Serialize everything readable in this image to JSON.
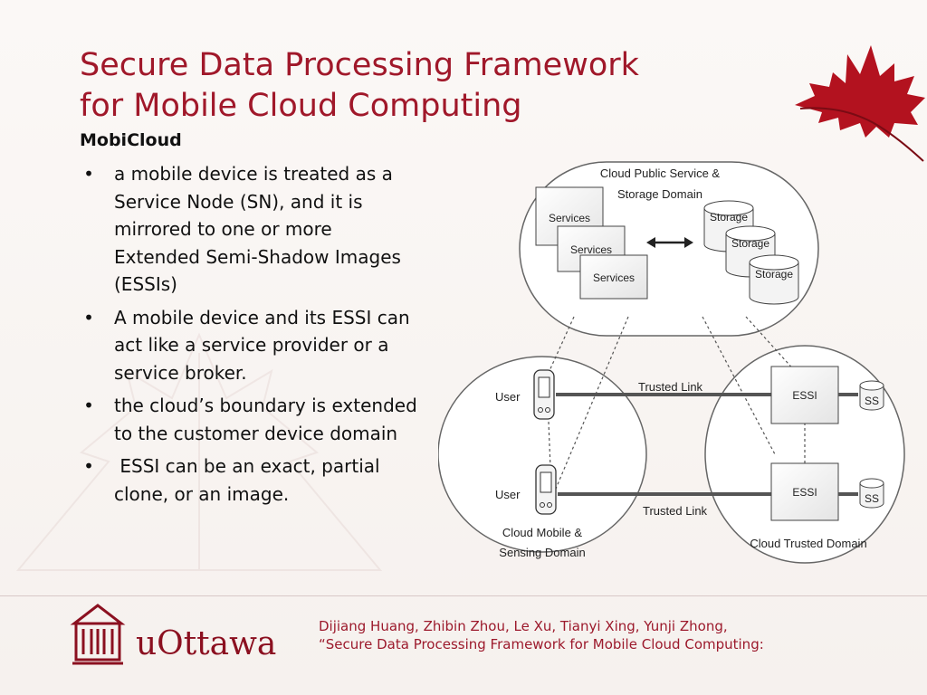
{
  "slide": {
    "title_lines": [
      "Secure Data Processing Framework",
      "for Mobile Cloud Computing"
    ],
    "subtitle": "MobiCloud",
    "bullet_glyph": "•",
    "bullets": [
      "a mobile device is treated as a Service Node (SN), and it is mirrored to one or more Extended Semi-Shadow Images (ESSIs)",
      "A mobile device and its ESSI can act like a service provider or a service broker.",
      "the cloud’s boundary is extended to the customer device domain",
      " ESSI can be an exact, partial clone, or an image."
    ]
  },
  "diagram": {
    "cloud_domain_line1": "Cloud Public Service &",
    "cloud_domain_line2": "Storage Domain",
    "services": [
      "Services",
      "Services",
      "Services"
    ],
    "storage": [
      "Storage",
      "Storage",
      "Storage"
    ],
    "users": [
      "User",
      "User"
    ],
    "trusted_links": [
      "Trusted Link",
      "Trusted Link"
    ],
    "essi": [
      "ESSI",
      "ESSI"
    ],
    "ss": [
      "SS",
      "SS"
    ],
    "mobile_domain_line1": "Cloud Mobile &",
    "mobile_domain_line2": "Sensing Domain",
    "trusted_domain": "Cloud Trusted Domain"
  },
  "footer": {
    "logo_text": "uOttawa",
    "citation_line1": "Dijiang Huang, Zhibin Zhou, Le Xu, Tianyi Xing, Yunji Zhong,",
    "citation_line2": "“Secure Data Processing Framework for Mobile Cloud Computing:"
  },
  "colors": {
    "title": "#a0182a",
    "citation": "#9c1a2c",
    "logo": "#8b1020",
    "maple_leaf": "#b3121f"
  },
  "icons": [
    "maple-leaf-icon",
    "university-building-icon",
    "mobile-device-icon",
    "database-cylinder-icon"
  ]
}
